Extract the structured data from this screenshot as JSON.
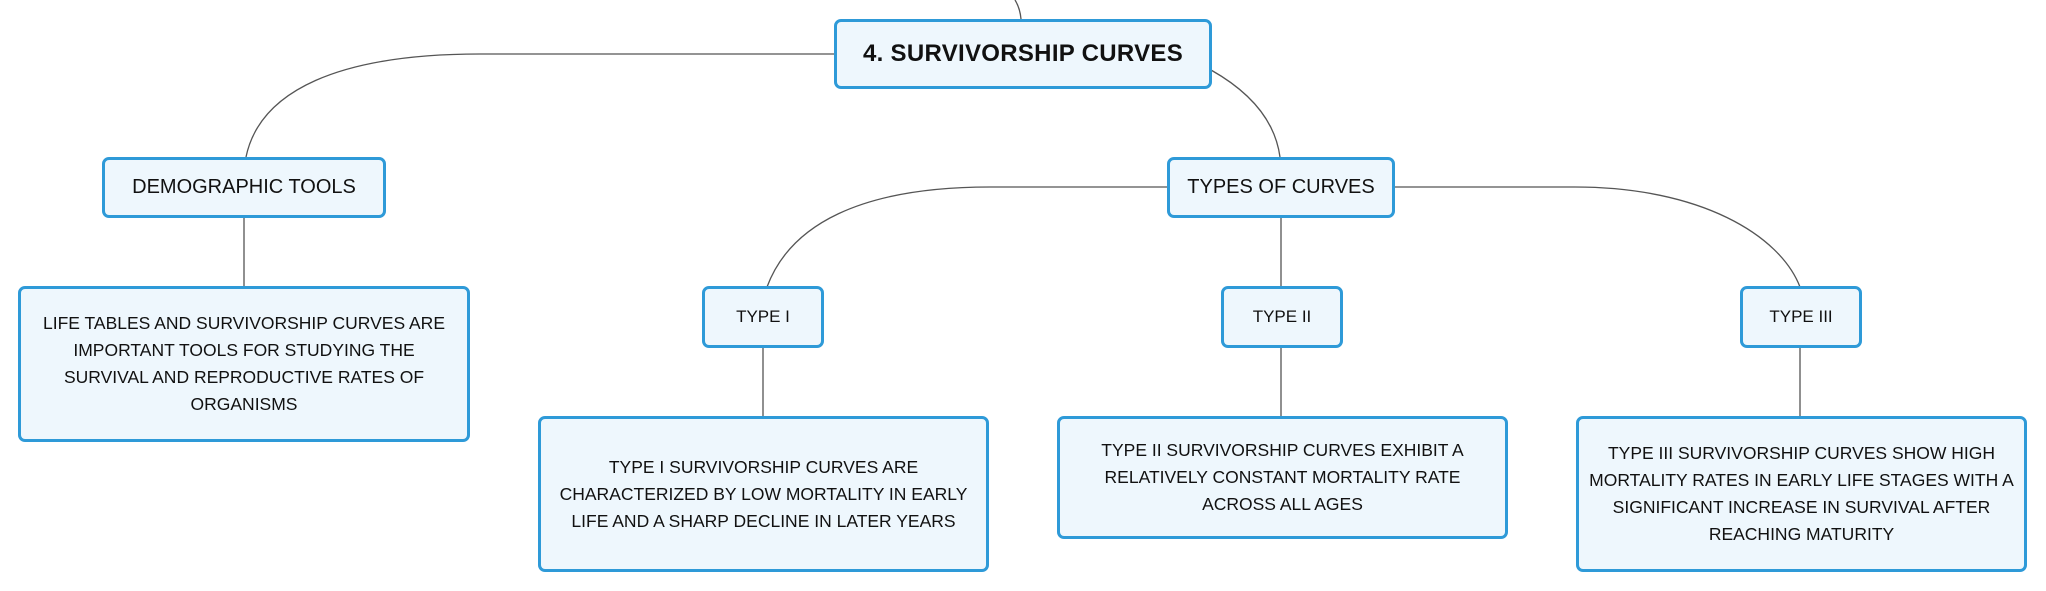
{
  "mindmap": {
    "root": "4. SURVIVORSHIP CURVES",
    "demographic_tools": {
      "label": "DEMOGRAPHIC TOOLS",
      "description": "LIFE TABLES AND SURVIVORSHIP CURVES ARE IMPORTANT TOOLS FOR STUDYING THE SURVIVAL AND REPRODUCTIVE RATES OF ORGANISMS"
    },
    "types_of_curves": {
      "label": "TYPES OF CURVES",
      "type1": {
        "label": "TYPE I",
        "description": "TYPE I SURVIVORSHIP CURVES ARE CHARACTERIZED BY LOW MORTALITY IN EARLY LIFE AND A SHARP DECLINE IN LATER YEARS"
      },
      "type2": {
        "label": "TYPE II",
        "description": "TYPE II SURVIVORSHIP CURVES EXHIBIT A RELATIVELY CONSTANT MORTALITY RATE ACROSS ALL AGES"
      },
      "type3": {
        "label": "TYPE III",
        "description": "TYPE III SURVIVORSHIP CURVES SHOW HIGH MORTALITY RATES IN EARLY LIFE STAGES WITH A SIGNIFICANT INCREASE IN SURVIVAL AFTER REACHING MATURITY"
      }
    }
  },
  "colors": {
    "node_border": "#2e9ad8",
    "node_fill": "#eef7fd",
    "connector": "#555555",
    "text": "#111111"
  }
}
